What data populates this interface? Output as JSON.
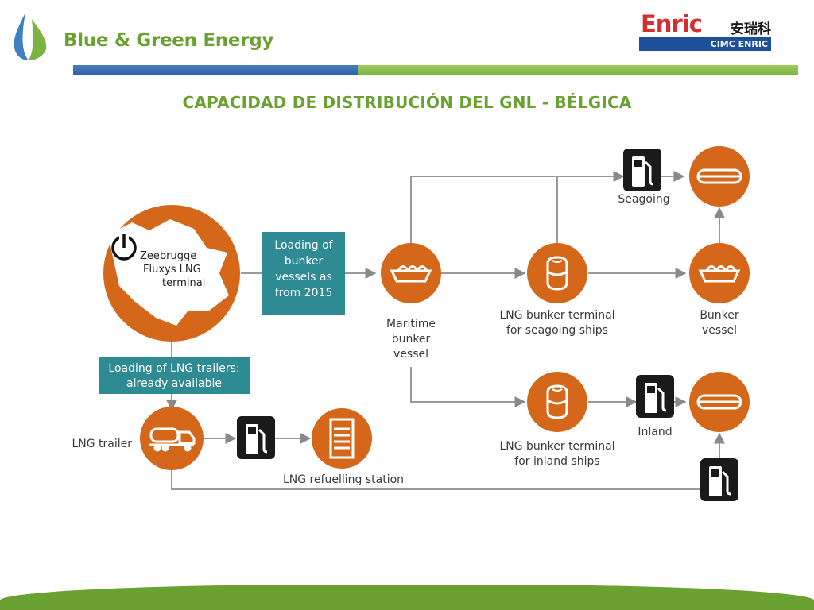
{
  "header": {
    "brand": "Blue & Green Energy",
    "logo_en": "Enric",
    "logo_cn": "安瑞科",
    "logo_sub": "CIMC ENRIC"
  },
  "title": "CAPACIDAD DE DISTRIBUCIÓN DEL GNL - BÉLGICA",
  "colors": {
    "node": "#d5671b",
    "teal": "#2e8b94",
    "brand_green": "#6aa131",
    "brand_blue": "#2f5fa7",
    "line": "#9a9a9a"
  },
  "diagram": {
    "terminal": [
      "Zeebrugge",
      "Fluxys LNG",
      "terminal"
    ],
    "box_bunker": [
      "Loading of",
      "bunker",
      "vessels as",
      "from 2015"
    ],
    "box_trailers": [
      "Loading of LNG trailers:",
      "already available"
    ],
    "maritime": [
      "Maritime",
      "bunker",
      "vessel"
    ],
    "seagoing_terminal": [
      "LNG bunker terminal",
      "for seagoing ships"
    ],
    "inland_terminal": [
      "LNG bunker terminal",
      "for inland ships"
    ],
    "bunker_vessel": [
      "Bunker",
      "vessel"
    ],
    "seagoing": "Seagoing",
    "inland": "Inland",
    "trailer": "LNG trailer",
    "station": "LNG refuelling station"
  }
}
